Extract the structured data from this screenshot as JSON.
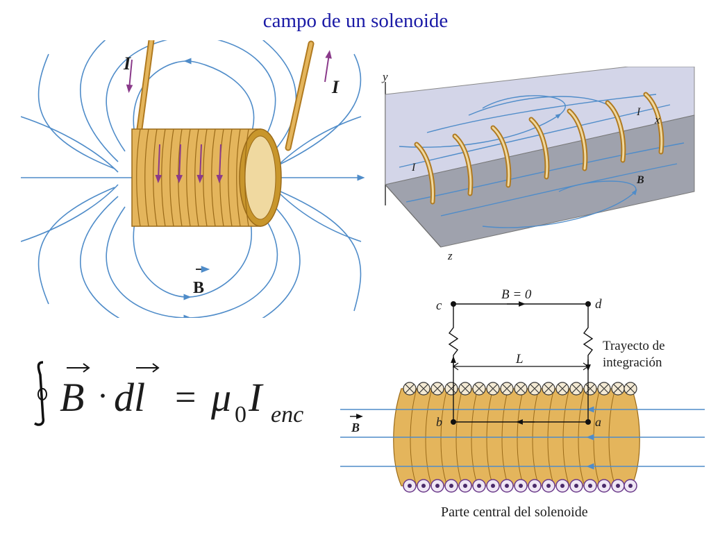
{
  "title": "campo de un solenoide",
  "colors": {
    "field_line": "#4f8cc9",
    "coil_wire": "#c8962c",
    "coil_body": "#e4b55c",
    "current_arrow": "#8a3a8a",
    "plane_upper": "#d3d5e8",
    "plane_lower": "#9fa2ad",
    "title": "#1a1aa6"
  },
  "fig1": {
    "current_left": "I",
    "current_right": "I",
    "field": "B"
  },
  "fig2": {
    "axis_y": "y",
    "axis_x": "x",
    "axis_z": "z",
    "current_top": "I",
    "current_left": "I",
    "field": "B"
  },
  "equation": {
    "lhs_b": "B",
    "dot": "·",
    "lhs_dl": "dl",
    "equals": "=",
    "mu": "μ",
    "mu_sub": "0",
    "rhs_i": "I",
    "rhs_sub": "enc"
  },
  "fig3": {
    "b_zero": "B = 0",
    "corner_c": "c",
    "corner_d": "d",
    "corner_b": "b",
    "corner_a": "a",
    "length": "L",
    "path_line1": "Trayecto de",
    "path_line2": "integración",
    "field": "B",
    "caption": "Parte central del solenoide"
  }
}
